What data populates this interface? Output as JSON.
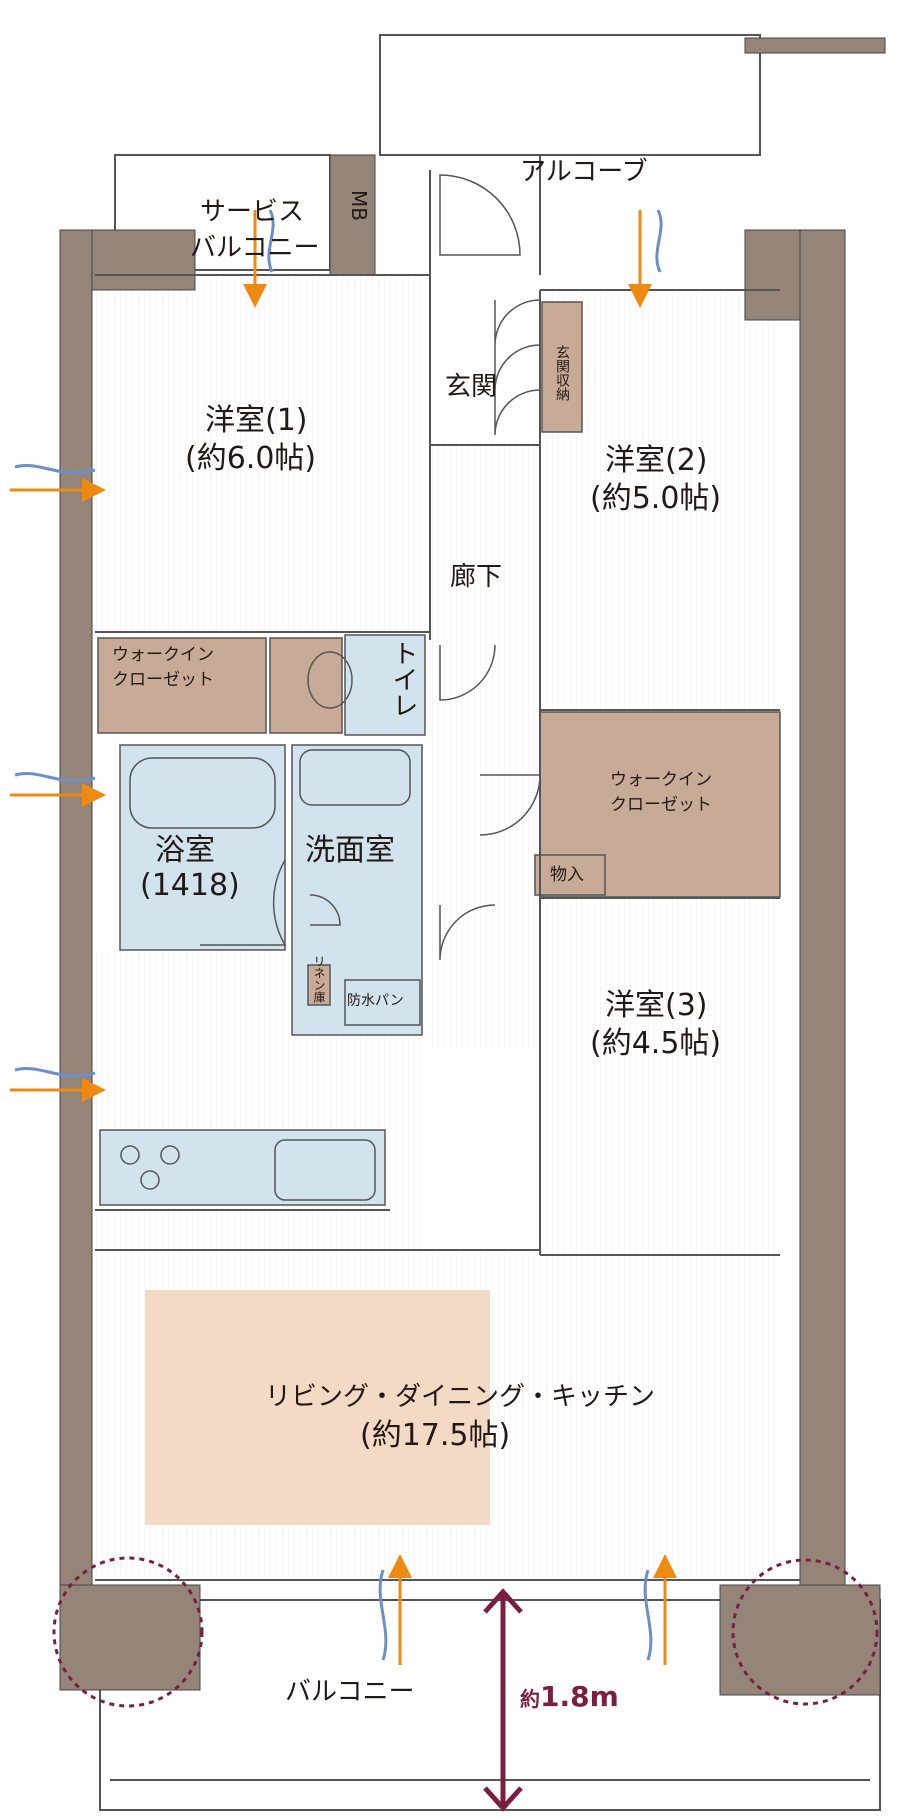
{
  "rooms": {
    "alcove": "アルコーブ",
    "service_balcony_line1": "サービス",
    "service_balcony_line2": "バルコニー",
    "mb": "MB",
    "entrance": "玄関",
    "entrance_storage": "玄関収納",
    "western1_name": "洋室(1)",
    "western1_size": "(約6.0帖)",
    "western2_name": "洋室(2)",
    "western2_size": "(約5.0帖)",
    "western3_name": "洋室(3)",
    "western3_size": "(約4.5帖)",
    "hallway": "廊下",
    "toilet": "トイレ",
    "wic_left_line1": "ウォークイン",
    "wic_left_line2": "クローゼット",
    "wic_right_line1": "ウォークイン",
    "wic_right_line2": "クローゼット",
    "storage": "物入",
    "bathroom_name": "浴室",
    "bathroom_size": "(1418)",
    "washroom": "洗面室",
    "linen": "リネン庫",
    "waterproof_pan": "防水パン",
    "ldk_name": "リビング・ダイニング・キッチン",
    "ldk_size": "(約17.5帖)",
    "balcony": "バルコニー"
  },
  "dimension": {
    "prefix": "約",
    "value": "1.8m"
  },
  "colors": {
    "wall": "#958579",
    "storage_fill": "#c8ab96",
    "wet_area_fill": "#d1e4ee",
    "ldk_highlight": "#f4d9c4",
    "airflow_arrow": "#ee8a12",
    "dimension_accent": "#7a1f43",
    "breeze": "#6d8fc8"
  }
}
